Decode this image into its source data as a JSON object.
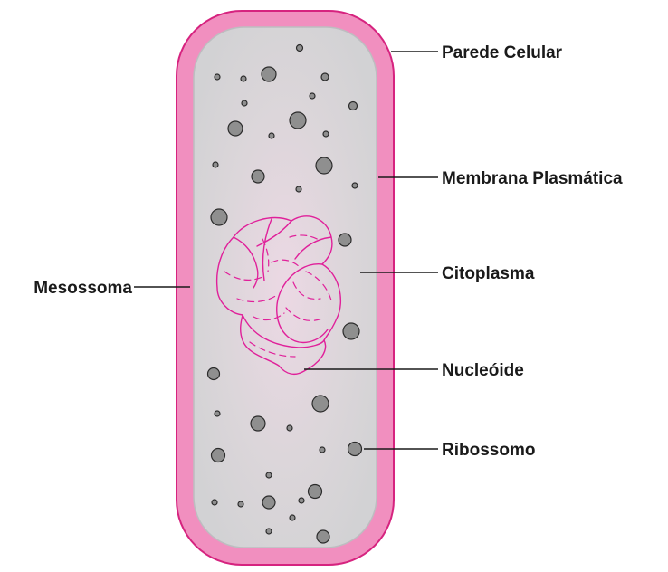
{
  "labels": {
    "cell_wall": "Parede Celular",
    "plasma_membrane": "Membrana Plasmática",
    "cytoplasm": "Citoplasma",
    "nucleoid": "Nucleóide",
    "ribosome": "Ribossomo",
    "mesosome": "Mesossoma"
  },
  "colors": {
    "cell_wall": "#f18fbf",
    "cell_wall_edge": "#d6237f",
    "cytoplasm": "#d4d4d6",
    "cytoplasm_center": "#ecd8e4",
    "nucleoid": "#e0209a",
    "ribosome": "#8f8f8f"
  }
}
